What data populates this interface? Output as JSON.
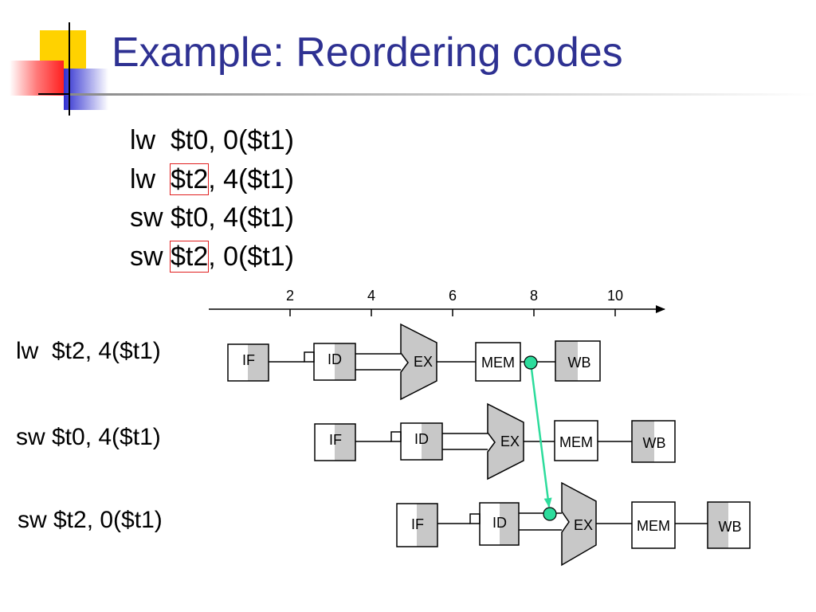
{
  "slide": {
    "title": "Example: Reordering codes",
    "code": [
      {
        "op": "lw",
        "gap": "  ",
        "reg": "$t0",
        "rest": ", 0($t1)",
        "highlight": false
      },
      {
        "op": "lw",
        "gap": "  ",
        "reg": "$t2",
        "rest": ", 4($t1)",
        "highlight": true
      },
      {
        "op": "sw",
        "gap": " ",
        "reg": "$t0",
        "rest": ", 4($t1)",
        "highlight": false
      },
      {
        "op": "sw",
        "gap": " ",
        "reg": "$t2",
        "rest": ", 0($t1)",
        "highlight": true
      }
    ]
  },
  "timeline": {
    "ticks": [
      "2",
      "4",
      "6",
      "8",
      "10"
    ]
  },
  "pipeline": {
    "stages": [
      "IF",
      "ID",
      "EX",
      "MEM",
      "WB"
    ],
    "rows": [
      {
        "label": "lw  $t2, 4($t1)"
      },
      {
        "label": "sw $t0, 4($t1)"
      },
      {
        "label": "sw $t2, 0($t1)"
      }
    ],
    "forwarding_color": "#2ddc9c"
  },
  "colors": {
    "title": "#2e3192",
    "highlight_box": "#e02020",
    "stage_shade": "#c8c8c8"
  }
}
